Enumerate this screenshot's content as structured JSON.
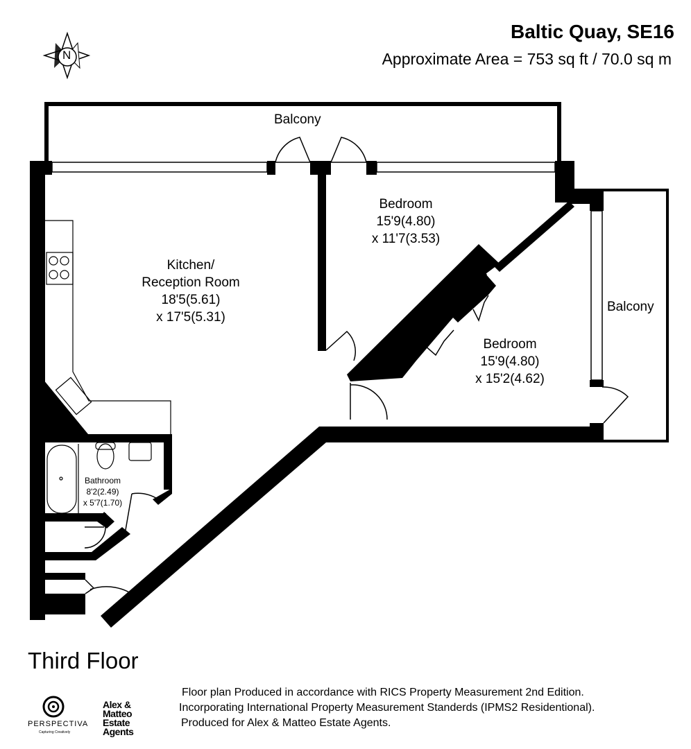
{
  "header": {
    "title": "Baltic Quay, SE16",
    "area": "Approximate Area = 753 sq ft / 70.0 sq m"
  },
  "compass": {
    "label": "N"
  },
  "rooms": [
    {
      "name": "Balcony"
    },
    {
      "name": "Kitchen/",
      "name2": "Reception Room",
      "dim1": "18'5(5.61)",
      "dim2": "x 17'5(5.31)"
    },
    {
      "name": "Bedroom",
      "dim1": "15'9(4.80)",
      "dim2": "x 11'7(3.53)"
    },
    {
      "name": "Balcony"
    },
    {
      "name": "Bedroom",
      "dim1": "15'9(4.80)",
      "dim2": "x 15'2(4.62)"
    },
    {
      "name": "Bathroom",
      "dim1": "8'2(2.49)",
      "dim2": "x 5'7(1.70)"
    }
  ],
  "floor_label": "Third Floor",
  "notes": [
    "Floor plan Produced in accordance with RICS Property Measurement 2nd Edition.",
    "Incorporating International Property Measurement Standerds (IPMS2  Residentional).",
    "Produced for Alex & Matteo Estate Agents."
  ],
  "logos": {
    "perspectiva": "PERSPECTIVA",
    "perspectiva_tagline": "Capturing Creatively",
    "agent": "Alex & Matteo Estate Agents"
  }
}
